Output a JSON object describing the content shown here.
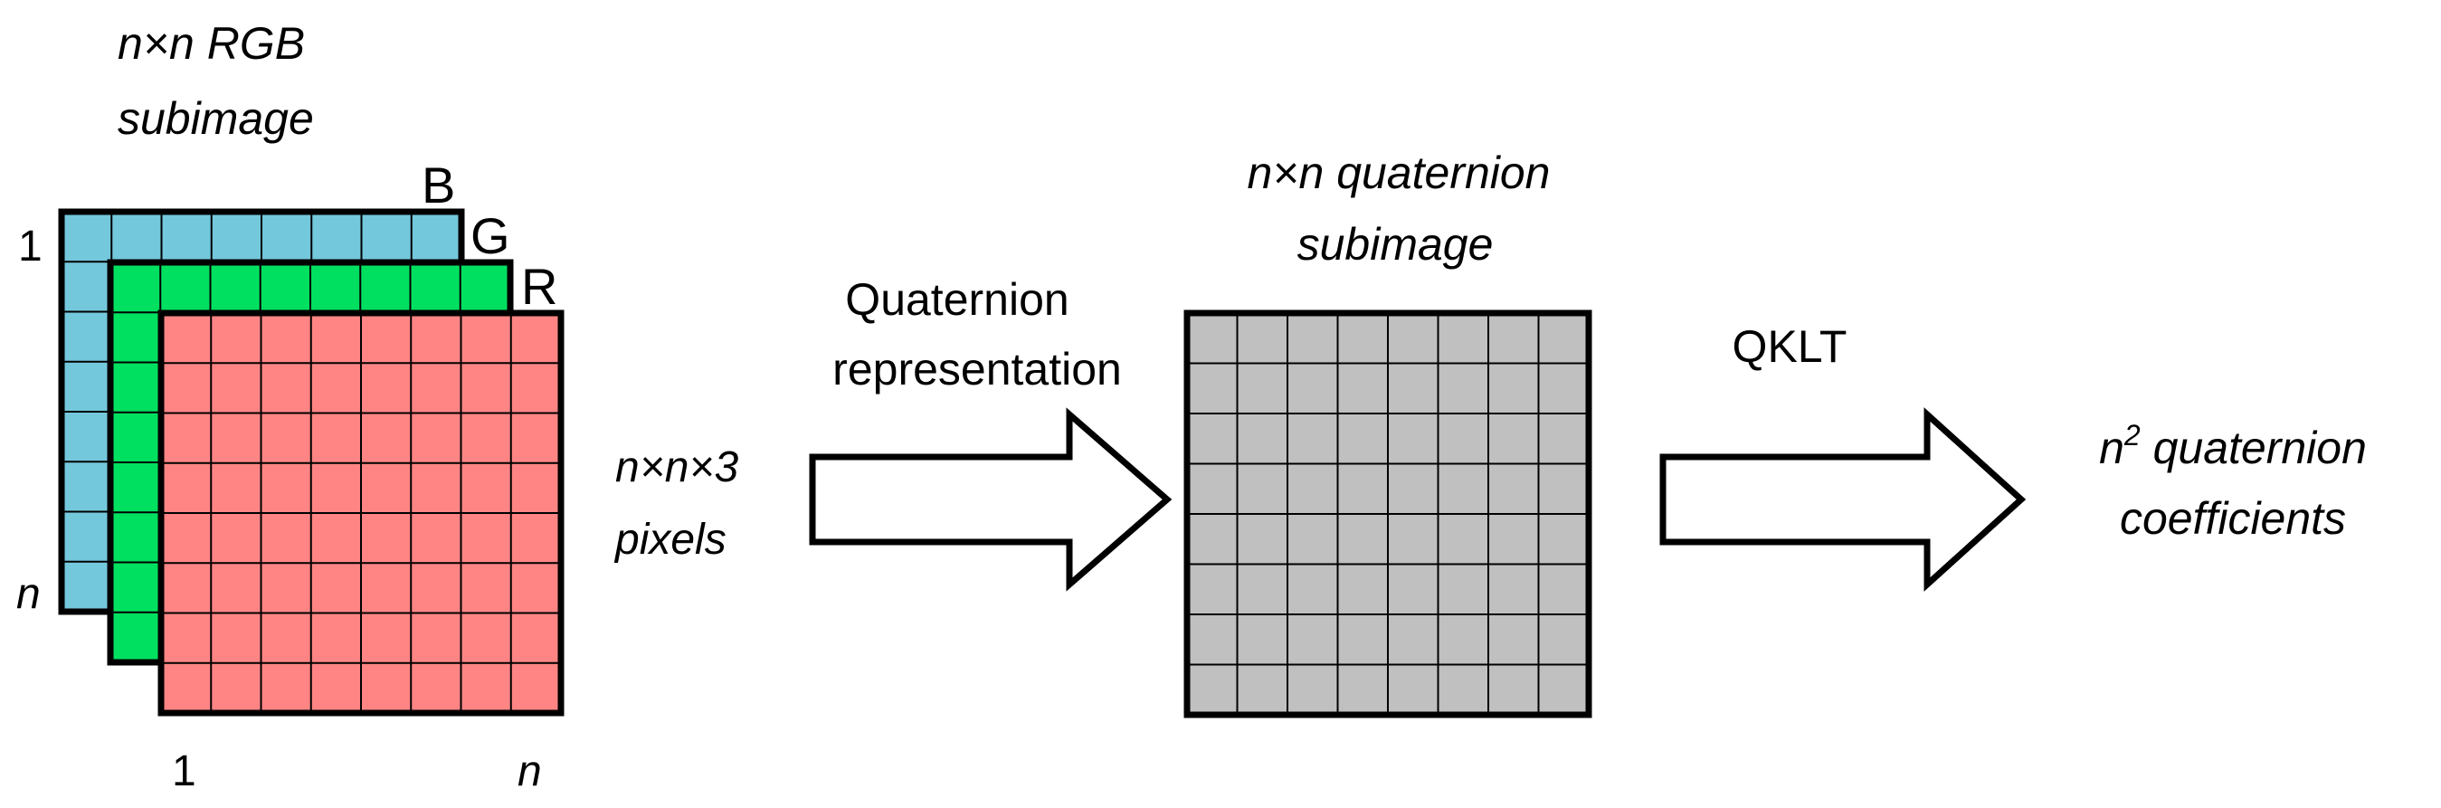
{
  "rgb_label": {
    "line1": "n×n RGB",
    "line2": "subimage"
  },
  "channel_labels": {
    "b": "B",
    "g": "G",
    "r": "R"
  },
  "rgb_axis": {
    "top_row": "1",
    "bottom_row": "n",
    "left_col": "1",
    "right_col": "n"
  },
  "input_label": {
    "line1": "n×n×3",
    "line2": "pixels"
  },
  "step1_label": {
    "line1": "Quaternion",
    "line2": "representation"
  },
  "quat_label": {
    "line1": "n×n quaternion",
    "line2": "subimage"
  },
  "step2_label": "QKLT",
  "output_label": {
    "line1_base": "n",
    "line1_sup": "2",
    "line1_rest": " quaternion",
    "line2": "coefficients"
  },
  "grid_divisions": 8,
  "colors": {
    "blue_channel": "#74c8dc",
    "green_channel": "#00e060",
    "red_channel": "#ff8585",
    "quaternion_cells": "#c0c0c0",
    "outline": "#000000"
  }
}
